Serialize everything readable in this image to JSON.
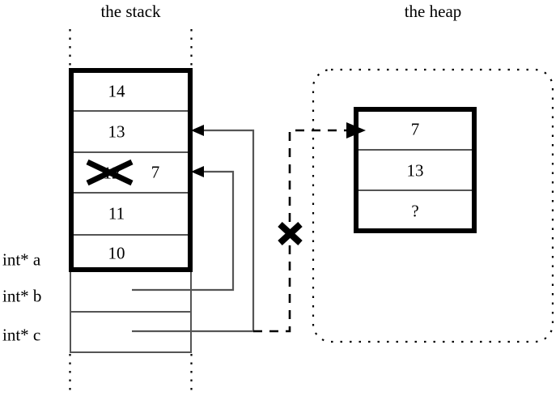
{
  "diagram": {
    "title_stack": "the stack",
    "title_heap": "the heap",
    "stack": {
      "main_cells": [
        {
          "value": "14"
        },
        {
          "value": "13"
        },
        {
          "value": "12",
          "struck": true,
          "new_value": "7"
        },
        {
          "value": "11"
        },
        {
          "value": "10"
        }
      ],
      "pointer_rows": [
        {
          "label": "int* b"
        },
        {
          "label": "int* c"
        }
      ],
      "labels": [
        {
          "text": "int* a"
        },
        {
          "text": "int* b"
        },
        {
          "text": "int* c"
        }
      ]
    },
    "heap": {
      "cells": [
        {
          "value": "7"
        },
        {
          "value": "13"
        },
        {
          "value": "?"
        }
      ]
    },
    "annotations": {
      "struck_old_value": "12",
      "replacement_value": "7",
      "cancelled_pointer": "int* c",
      "cross_marks": 2
    },
    "colors": {
      "ink": "#000000",
      "thin_line": "#555555",
      "background": "#ffffff"
    }
  }
}
